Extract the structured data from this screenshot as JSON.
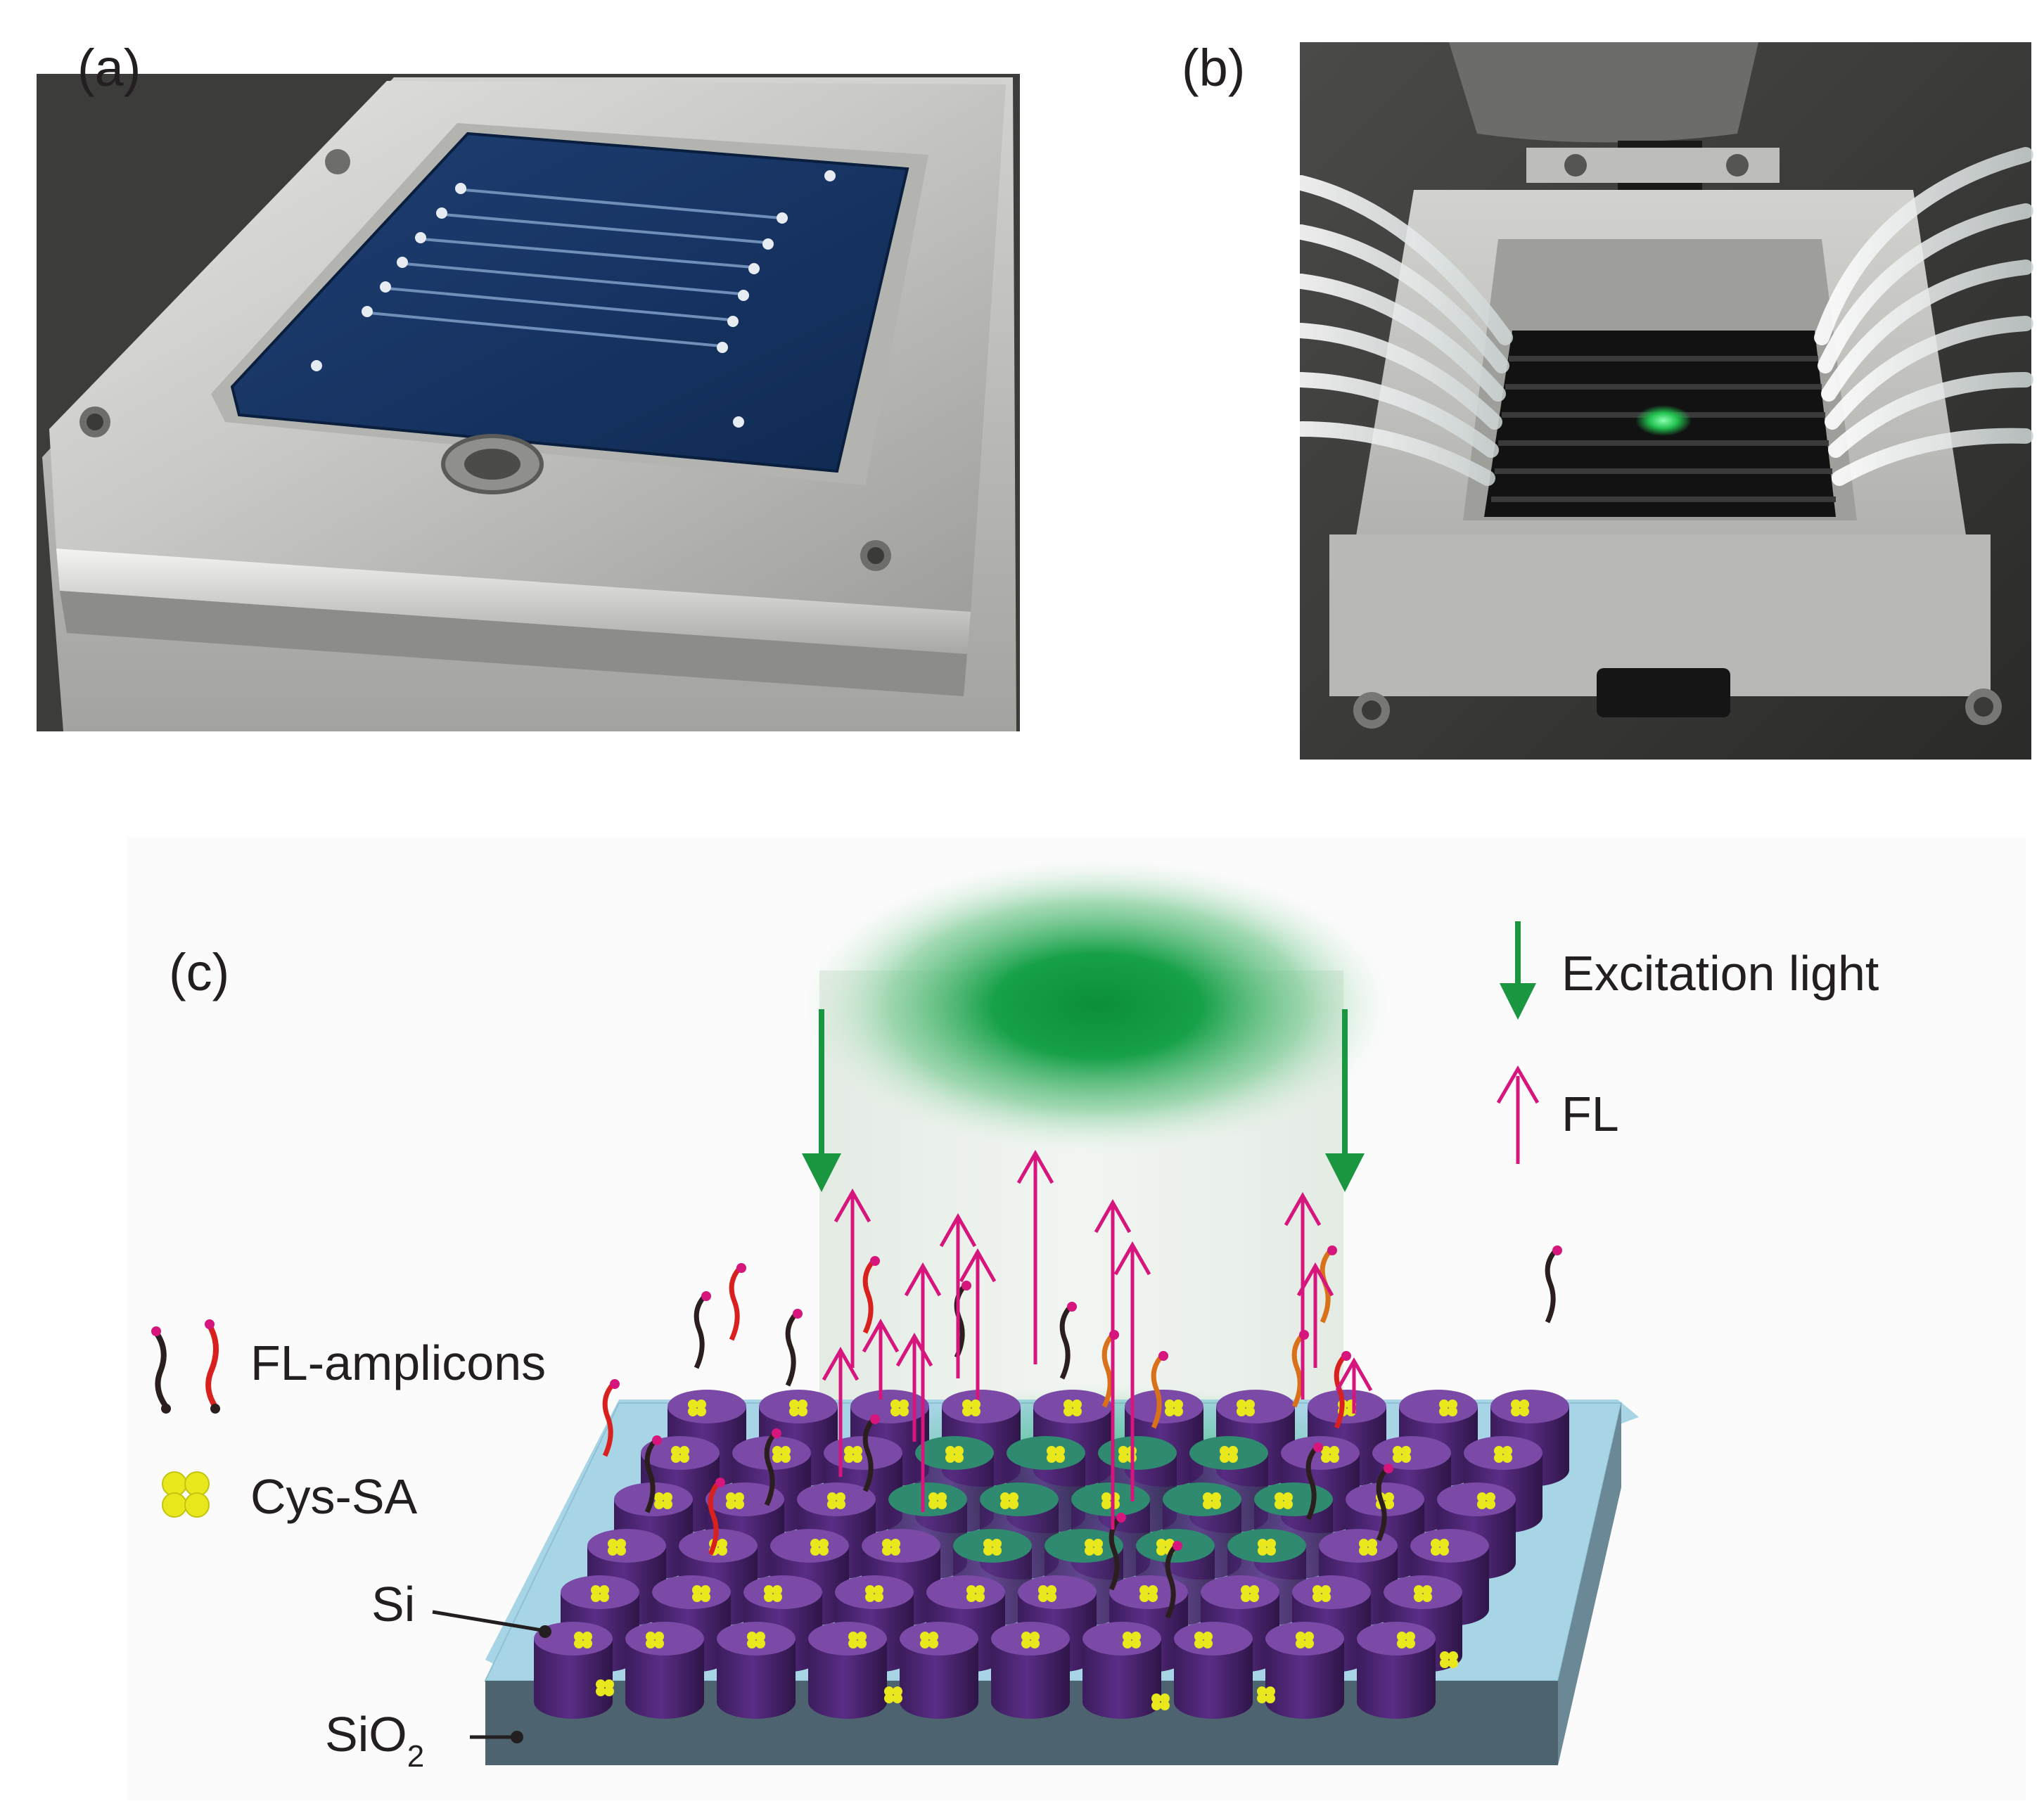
{
  "panels": {
    "a": {
      "label": "(a)"
    },
    "b": {
      "label": "(b)"
    },
    "c": {
      "label": "(c)"
    }
  },
  "legend": {
    "excitation": "Excitation light",
    "fl": "FL",
    "fl_amplicons": "FL-amplicons",
    "cys_sa": "Cys-SA"
  },
  "labels": {
    "si": "Si",
    "sio2_base": "SiO",
    "sio2_sub": "2"
  },
  "colors": {
    "excitation": "#1a9641",
    "fl": "#d6157d",
    "pillar": "#5a2d86",
    "pillar_top": "#7a4aa6",
    "substrate_top": "#a8d5e6",
    "substrate_side": "#4d6470",
    "cys_sa": "#e8e81c",
    "amplicon_dark": "#2a1e1e",
    "amplicon_red": "#d8201f",
    "amplicon_orange": "#d9701a",
    "spot": "#21a54b"
  }
}
